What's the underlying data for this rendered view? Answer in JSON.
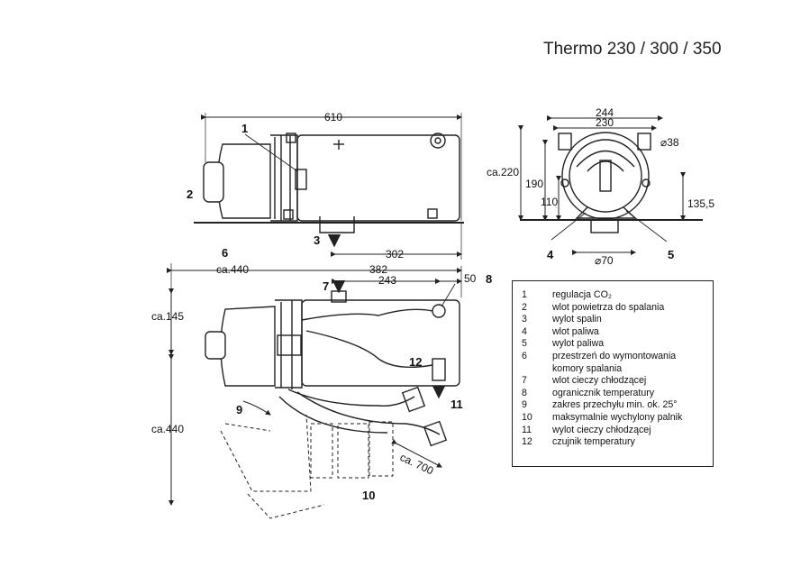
{
  "title": "Thermo 230 / 300 / 350",
  "dimensions": {
    "side_length": "610",
    "side_offset": "302",
    "top_total": "382",
    "top_left": "ca.440",
    "top_mid": "243",
    "top_right": "50",
    "height_145": "ca.145",
    "height_440": "ca.440",
    "cable_len": "ca. 700",
    "width_244": "244",
    "width_230": "230",
    "dia_38": "⌀38",
    "height_220": "ca.220",
    "height_190": "190",
    "height_110": "110",
    "height_135": "135,5",
    "dia_70": "⌀70"
  },
  "callouts": {
    "c1": "1",
    "c2": "2",
    "c3": "3",
    "c4": "4",
    "c5": "5",
    "c6": "6",
    "c7": "7",
    "c8": "8",
    "c9": "9",
    "c10": "10",
    "c11": "11",
    "c12": "12"
  },
  "legend": [
    {
      "num": "1",
      "text": "regulacja CO₂"
    },
    {
      "num": "2",
      "text": "wlot powietrza do spalania"
    },
    {
      "num": "3",
      "text": "wylot spalin"
    },
    {
      "num": "4",
      "text": "wlot paliwa"
    },
    {
      "num": "5",
      "text": "wylot paliwa"
    },
    {
      "num": "6",
      "text": "przestrzeń do wymontowania komory spalania"
    },
    {
      "num": "7",
      "text": "wlot cieczy chłodzącej"
    },
    {
      "num": "8",
      "text": "ogranicznik temperatury"
    },
    {
      "num": "9",
      "text": "zakres przechyłu min. ok. 25°"
    },
    {
      "num": "10",
      "text": "maksymalnie wychylony palnik"
    },
    {
      "num": "11",
      "text": "wylot cieczy chłodzącej"
    },
    {
      "num": "12",
      "text": "czujnik temperatury"
    }
  ]
}
